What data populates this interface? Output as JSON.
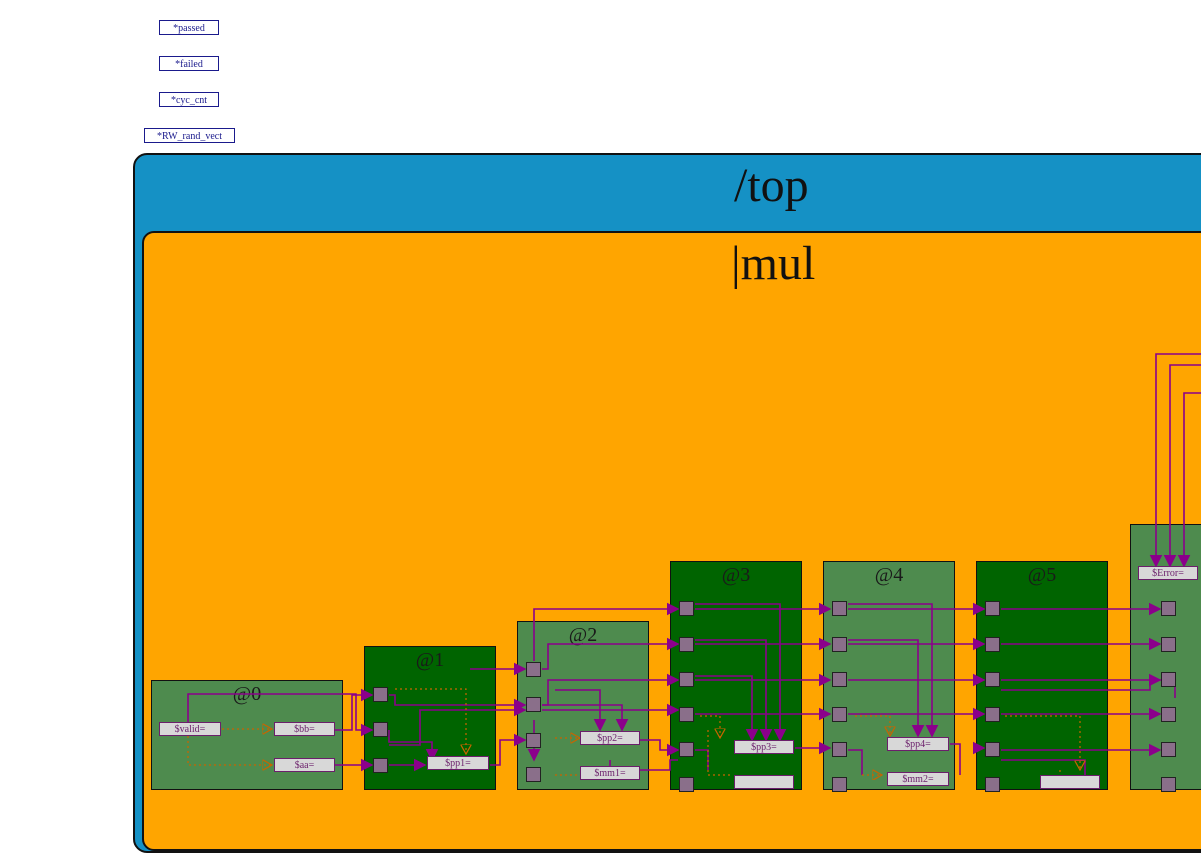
{
  "signals": [
    "*passed",
    "*failed",
    "*cyc_cnt",
    "*RW_rand_vect"
  ],
  "top_title": "/top",
  "mul_title": "|mul",
  "stages": [
    "@0",
    "@1",
    "@2",
    "@3",
    "@4",
    "@5"
  ],
  "pills": {
    "valid": "$valid=",
    "bb": "$bb=",
    "aa": "$aa=",
    "pp1": "$pp1=",
    "pp2": "$pp2=",
    "mm1": "$mm1=",
    "pp3": "$pp3=",
    "pp4": "$pp4=",
    "mm2": "$mm2=",
    "error": "$Error="
  },
  "colors": {
    "top_region": "#1591c5",
    "mul_region": "#ffa500",
    "stage_dark": "#006400",
    "stage_light": "#4e8b4e",
    "wire": "#8b008b",
    "dotted_wire": "#c86400",
    "signal_border": "#1a1a8c"
  }
}
